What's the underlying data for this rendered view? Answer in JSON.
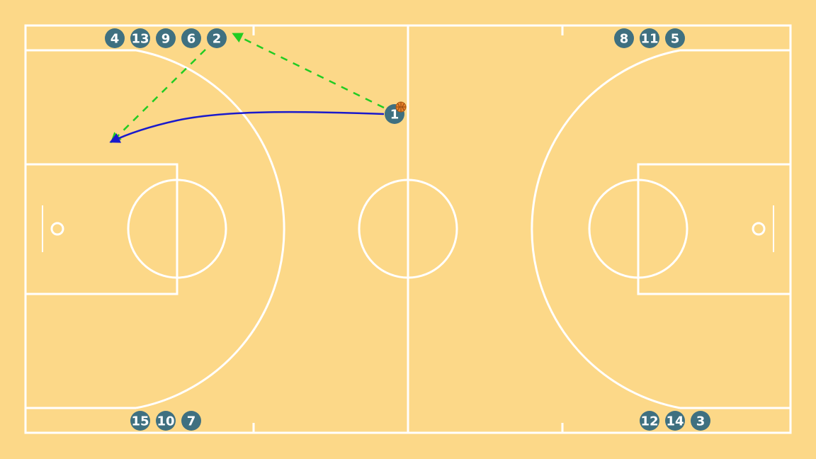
{
  "colors": {
    "court_background": "#fcd888",
    "court_lines": "#ffffff",
    "player_fill": "#3f7080",
    "player_text": "#ffffff",
    "pass_line": "#22cc22",
    "dribble_line": "#1a1acc",
    "ball": "#e8802a"
  },
  "players": [
    {
      "label": "4"
    },
    {
      "label": "13"
    },
    {
      "label": "9"
    },
    {
      "label": "6"
    },
    {
      "label": "2"
    },
    {
      "label": "8"
    },
    {
      "label": "11"
    },
    {
      "label": "5"
    },
    {
      "label": "1"
    },
    {
      "label": "15"
    },
    {
      "label": "10"
    },
    {
      "label": "7"
    },
    {
      "label": "12"
    },
    {
      "label": "14"
    },
    {
      "label": "3"
    }
  ],
  "ball": {
    "icon": "basketball-icon",
    "holder": "1"
  },
  "actions": [
    {
      "type": "pass",
      "style": "dashed",
      "from": "1",
      "to": "2"
    },
    {
      "type": "pass",
      "style": "dashed",
      "from": "2",
      "to": "left-corner-spot"
    },
    {
      "type": "dribble",
      "style": "solid",
      "from": "1",
      "to": "left-corner-spot"
    }
  ]
}
